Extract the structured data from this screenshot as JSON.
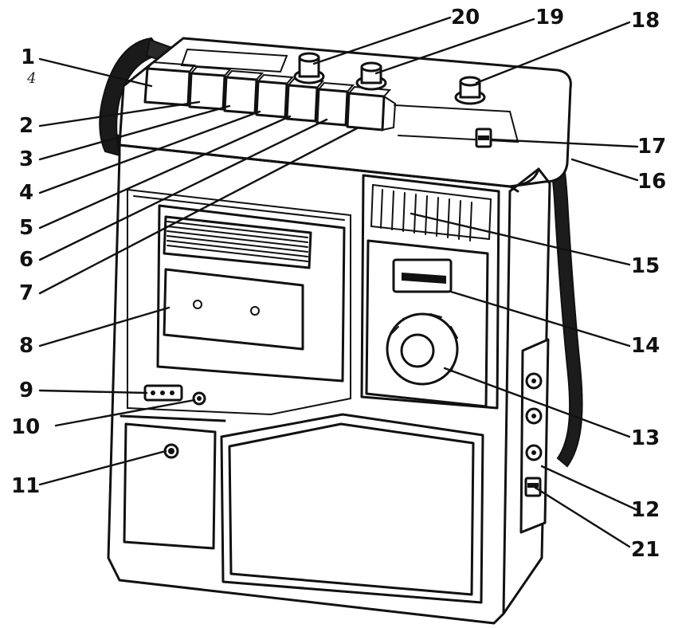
{
  "figure": {
    "corner_mark": "4",
    "callouts": [
      {
        "id": "1",
        "label": "1"
      },
      {
        "id": "2",
        "label": "2"
      },
      {
        "id": "3",
        "label": "3"
      },
      {
        "id": "4",
        "label": "4"
      },
      {
        "id": "5",
        "label": "5"
      },
      {
        "id": "6",
        "label": "6"
      },
      {
        "id": "7",
        "label": "7"
      },
      {
        "id": "8",
        "label": "8"
      },
      {
        "id": "9",
        "label": "9"
      },
      {
        "id": "10",
        "label": "10"
      },
      {
        "id": "11",
        "label": "11"
      },
      {
        "id": "12",
        "label": "12"
      },
      {
        "id": "13",
        "label": "13"
      },
      {
        "id": "14",
        "label": "14"
      },
      {
        "id": "15",
        "label": "15"
      },
      {
        "id": "16",
        "label": "16"
      },
      {
        "id": "17",
        "label": "17"
      },
      {
        "id": "18",
        "label": "18"
      },
      {
        "id": "19",
        "label": "19"
      },
      {
        "id": "20",
        "label": "20"
      },
      {
        "id": "21",
        "label": "21"
      }
    ]
  }
}
